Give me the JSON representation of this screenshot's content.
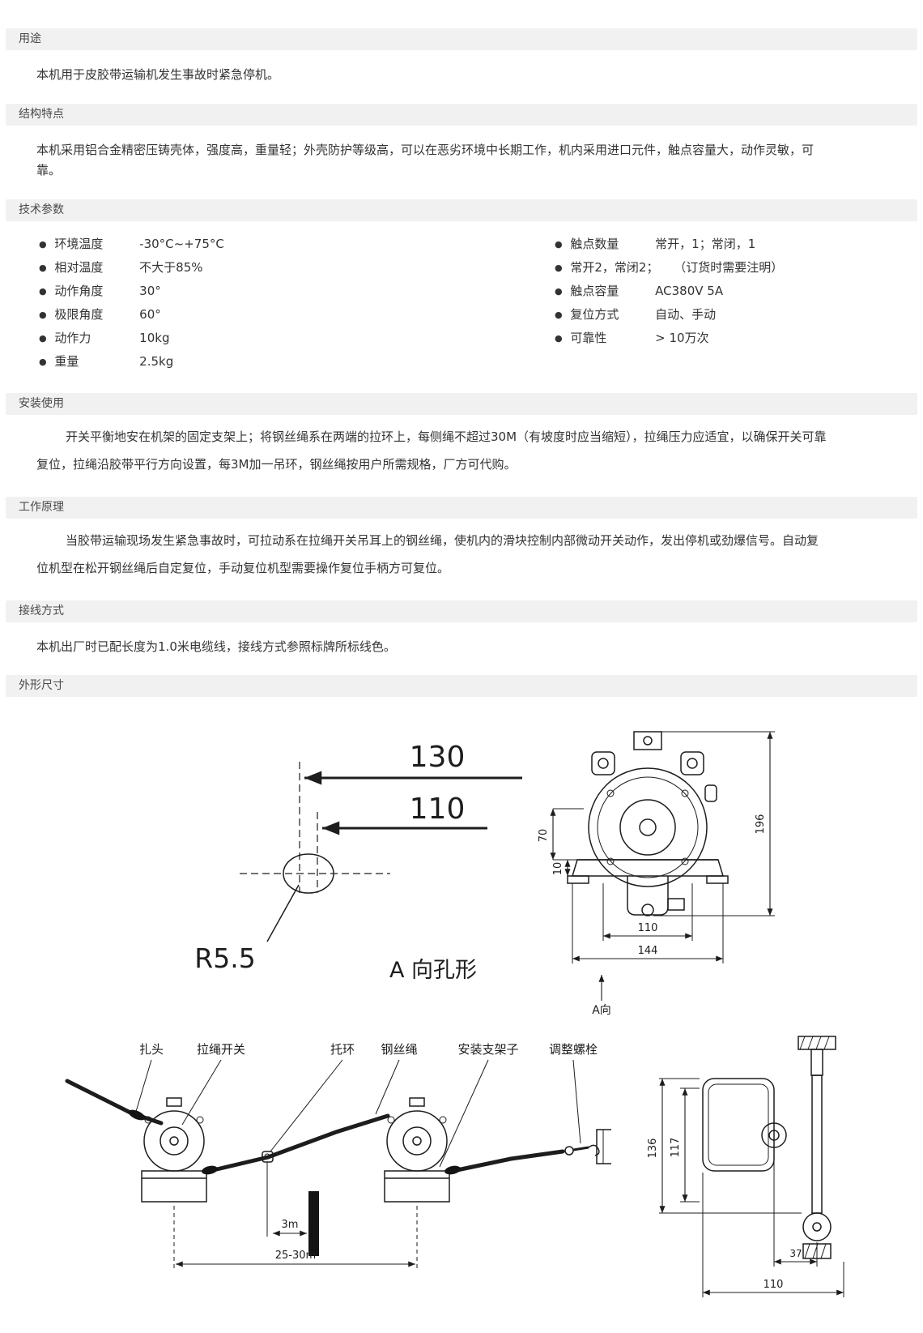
{
  "page": {
    "background": "#ffffff",
    "section_bar_color": "#f1f1f2",
    "text_color": "#333333"
  },
  "sections": {
    "purpose": {
      "title": "用途",
      "body": "本机用于皮胶带运输机发生事故时紧急停机。"
    },
    "structure": {
      "title": "结构特点",
      "body": "本机采用铝合金精密压铸壳体，强度高，重量轻；外壳防护等级高，可以在恶劣环境中长期工作，机内采用进口元件，触点容量大，动作灵敏，可靠。"
    },
    "tech_params": {
      "title": "技术参数",
      "bullet": "●",
      "left_items": [
        {
          "label": "环境温度",
          "value": "-30°C~+75°C"
        },
        {
          "label": "相对温度",
          "value": "不大于85%"
        },
        {
          "label": "动作角度",
          "value": "30°"
        },
        {
          "label": "极限角度",
          "value": "60°"
        },
        {
          "label": "动作力",
          "value": "10kg"
        },
        {
          "label": "重量",
          "value": "2.5kg"
        }
      ],
      "right_items": [
        {
          "label": "触点数量",
          "value": "常开，1；常闭，1"
        },
        {
          "label": "常开2，常闭2；",
          "value": "（订货时需要注明）"
        },
        {
          "label": "触点容量",
          "value": "AC380V  5A"
        },
        {
          "label": "复位方式",
          "value": "自动、手动"
        },
        {
          "label": "可靠性",
          "value": "> 10万次"
        }
      ]
    },
    "installation": {
      "title": "安装使用",
      "body": "开关平衡地安在机架的固定支架上；将钢丝绳系在两端的拉环上，每侧绳不超过30M（有坡度时应当缩短），拉绳压力应适宜，以确保开关可靠复位，拉绳沿胶带平行方向设置，每3M加一吊环，钢丝绳按用户所需规格，厂方可代购。"
    },
    "principle": {
      "title": "工作原理",
      "body": "当胶带运输现场发生紧急事故时，可拉动系在拉绳开关吊耳上的钢丝绳，使机内的滑块控制内部微动开关动作，发出停机或劲爆信号。自动复位机型在松开钢丝绳后自定复位，手动复位机型需要操作复位手柄方可复位。"
    },
    "wiring": {
      "title": "接线方式",
      "body": "本机出厂时已配长度为1.0米电缆线，接线方式参照标牌所标线色。"
    },
    "dimensions": {
      "title": "外形尺寸"
    }
  },
  "drawings": {
    "hole_form": {
      "dim_130": "130",
      "dim_110": "110",
      "radius_label": "R5.5",
      "caption": "A  向孔形"
    },
    "front_view": {
      "dim_70": "70",
      "dim_10": "10",
      "dim_196": "196",
      "dim_110": "110",
      "dim_144": "144",
      "view_label": "A向"
    },
    "install_diagram": {
      "labels": [
        "扎头",
        "拉绳开关",
        "托环",
        "钢丝绳",
        "安装支架子",
        "调整螺栓"
      ],
      "dim_3m": "3m",
      "dim_span": "25-30m"
    },
    "side_view": {
      "dim_136": "136",
      "dim_117": "117",
      "dim_37": "37",
      "dim_110": "110"
    }
  }
}
